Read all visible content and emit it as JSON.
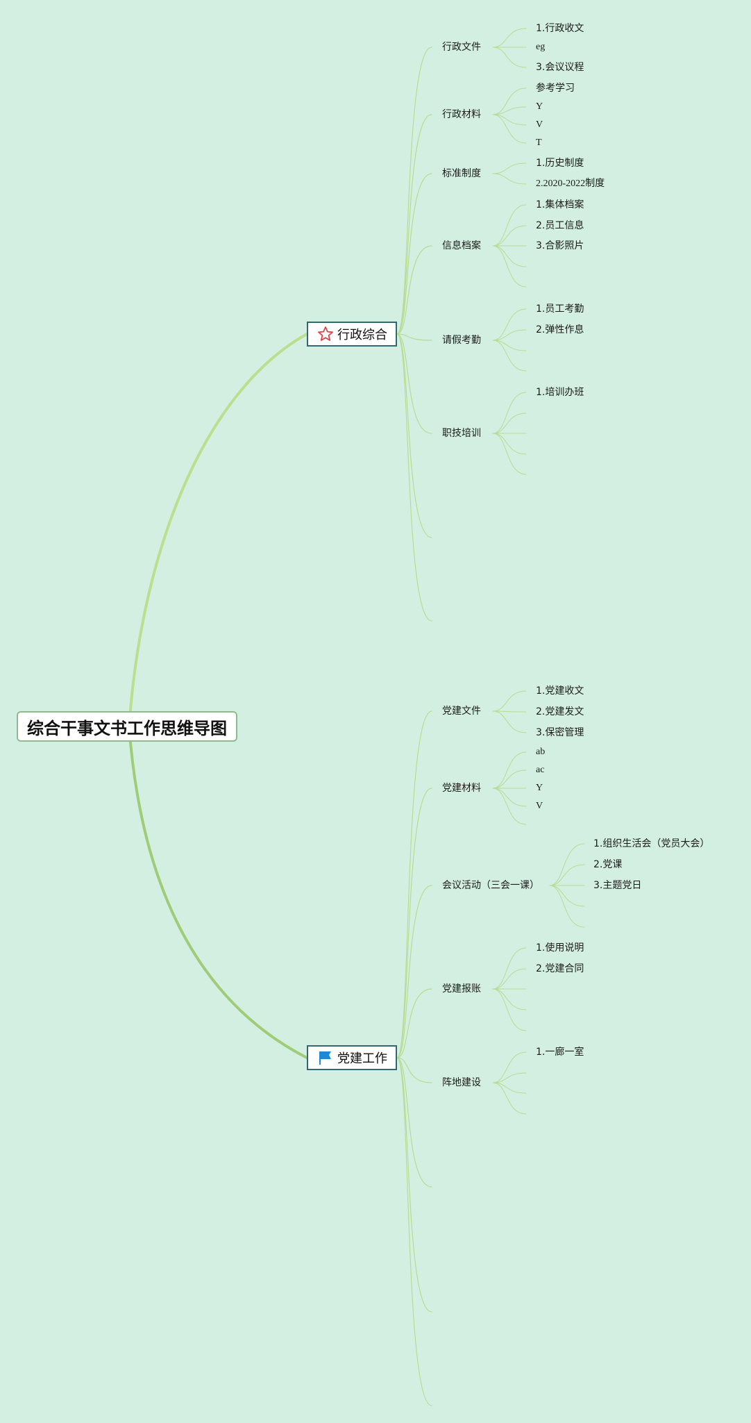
{
  "root": {
    "title": "综合干事文书工作思维导图"
  },
  "branches": [
    {
      "label": "行政综合",
      "icon": "star-icon",
      "children": [
        {
          "label": "行政文件",
          "items": [
            "1.行政收文",
            "eg",
            "3.会议议程"
          ]
        },
        {
          "label": "行政材料",
          "items": [
            "参考学习",
            "Y",
            "V",
            "T"
          ]
        },
        {
          "label": "标准制度",
          "items": [
            "1.历史制度",
            "2.2020-2022制度"
          ]
        },
        {
          "label": "信息档案",
          "items": [
            "1.集体档案",
            "2.员工信息",
            "3.合影照片",
            "",
            ""
          ]
        },
        {
          "label": "请假考勤",
          "items": [
            "1.员工考勤",
            "2.弹性作息",
            "",
            ""
          ]
        },
        {
          "label": "职技培训",
          "items": [
            "1.培训办班",
            "",
            "",
            "",
            ""
          ]
        },
        {
          "label": "",
          "items": []
        },
        {
          "label": "",
          "items": []
        }
      ]
    },
    {
      "label": "党建工作",
      "icon": "flag-icon",
      "children": [
        {
          "label": "党建文件",
          "items": [
            "1.党建收文",
            "2.党建发文",
            "3.保密管理"
          ]
        },
        {
          "label": "党建材料",
          "items": [
            "ab",
            "ac",
            "Y",
            "V",
            ""
          ]
        },
        {
          "label": "会议活动（三会一课）",
          "items": [
            "1.组织生活会（党员大会）",
            "2.党课",
            "3.主题党日",
            "",
            ""
          ]
        },
        {
          "label": "党建报账",
          "items": [
            "1.使用说明",
            "2.党建合同",
            "",
            "",
            ""
          ]
        },
        {
          "label": "阵地建设",
          "items": [
            "1.一廊一室",
            "",
            "",
            ""
          ]
        },
        {
          "label": "",
          "items": []
        },
        {
          "label": "",
          "items": []
        },
        {
          "label": "",
          "items": []
        }
      ]
    }
  ],
  "colors": {
    "background": "#d3efe1",
    "trunk": "#b9df8f",
    "trunk_lower": "#9fcc78",
    "twig": "#b7dc92",
    "main_border": "#2f6872",
    "root_border": "#8fba8f",
    "star": "#d9434a",
    "flag": "#1c8ad6"
  }
}
